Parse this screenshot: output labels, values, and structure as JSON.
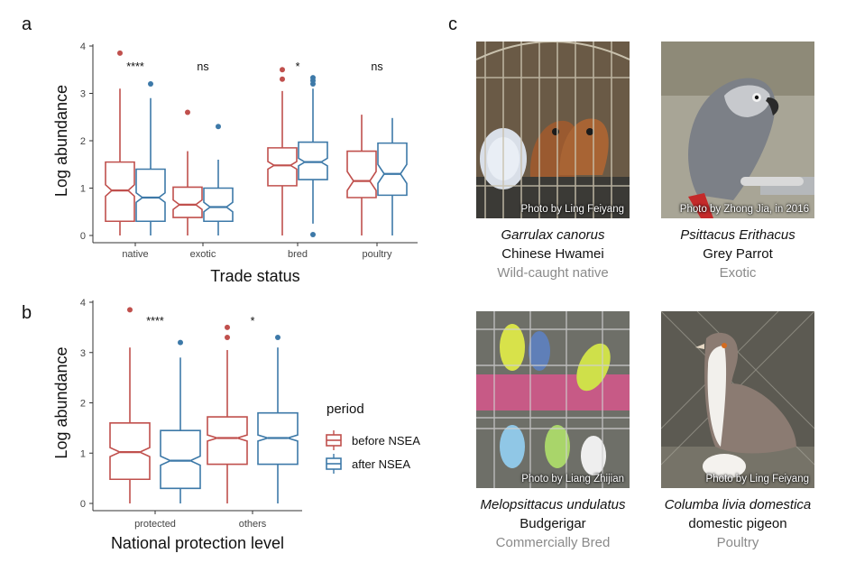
{
  "panels": {
    "a": "a",
    "b": "b",
    "c": "c"
  },
  "colors": {
    "before": "#c0504d",
    "after": "#3d79a8",
    "axis": "#333333",
    "cat_text": "#8a8a8a"
  },
  "legend": {
    "title": "period",
    "items": [
      {
        "label": "before NSEA",
        "color": "#c0504d"
      },
      {
        "label": "after NSEA",
        "color": "#3d79a8"
      }
    ]
  },
  "chart_data": [
    {
      "type": "boxplot",
      "panel": "a",
      "xlabel": "Trade status",
      "ylabel": "Log abundance",
      "ylim": [
        0,
        4
      ],
      "yticks": [
        0,
        1,
        2,
        3,
        4
      ],
      "notched": true,
      "grid": false,
      "categories": [
        "native",
        "exotic",
        "bred",
        "poultry"
      ],
      "significance": [
        "****",
        "ns",
        "*",
        "ns"
      ],
      "series": [
        {
          "name": "before NSEA",
          "color": "#c0504d",
          "boxes": [
            {
              "min": 0,
              "q1": 0.3,
              "median": 0.95,
              "q3": 1.55,
              "max": 3.1,
              "notch": [
                0.83,
                1.07
              ],
              "outliers": [
                3.85
              ]
            },
            {
              "min": 0,
              "q1": 0.38,
              "median": 0.65,
              "q3": 1.02,
              "max": 1.78,
              "notch": [
                0.55,
                0.75
              ],
              "outliers": [
                2.6
              ]
            },
            {
              "min": 0,
              "q1": 1.05,
              "median": 1.48,
              "q3": 1.85,
              "max": 3.05,
              "notch": [
                1.4,
                1.56
              ],
              "outliers": [
                3.3,
                3.5
              ]
            },
            {
              "min": 0,
              "q1": 0.8,
              "median": 1.15,
              "q3": 1.78,
              "max": 2.55,
              "notch": [
                0.95,
                1.35
              ],
              "outliers": []
            }
          ]
        },
        {
          "name": "after NSEA",
          "color": "#3d79a8",
          "boxes": [
            {
              "min": 0,
              "q1": 0.3,
              "median": 0.8,
              "q3": 1.4,
              "max": 2.9,
              "notch": [
                0.7,
                0.9
              ],
              "outliers": [
                3.2
              ]
            },
            {
              "min": 0,
              "q1": 0.3,
              "median": 0.6,
              "q3": 1.0,
              "max": 1.6,
              "notch": [
                0.5,
                0.7
              ],
              "outliers": [
                2.3
              ]
            },
            {
              "min": 0.25,
              "q1": 1.18,
              "median": 1.55,
              "q3": 1.97,
              "max": 3.1,
              "notch": [
                1.47,
                1.63
              ],
              "outliers": [
                0.02,
                3.2,
                3.27,
                3.33
              ]
            },
            {
              "min": 0,
              "q1": 0.85,
              "median": 1.3,
              "q3": 1.95,
              "max": 2.48,
              "notch": [
                1.1,
                1.5
              ],
              "outliers": []
            }
          ]
        }
      ]
    },
    {
      "type": "boxplot",
      "panel": "b",
      "xlabel": "National protection level",
      "ylabel": "Log abundance",
      "ylim": [
        0,
        4
      ],
      "yticks": [
        0,
        1,
        2,
        3,
        4
      ],
      "notched": true,
      "grid": false,
      "categories": [
        "protected",
        "others"
      ],
      "significance": [
        "****",
        "*"
      ],
      "series": [
        {
          "name": "before NSEA",
          "color": "#c0504d",
          "boxes": [
            {
              "min": 0,
              "q1": 0.48,
              "median": 1.02,
              "q3": 1.6,
              "max": 3.1,
              "notch": [
                0.93,
                1.11
              ],
              "outliers": [
                3.85
              ]
            },
            {
              "min": 0,
              "q1": 0.78,
              "median": 1.3,
              "q3": 1.72,
              "max": 3.05,
              "notch": [
                1.24,
                1.36
              ],
              "outliers": [
                3.3,
                3.5
              ]
            }
          ]
        },
        {
          "name": "after NSEA",
          "color": "#3d79a8",
          "boxes": [
            {
              "min": 0,
              "q1": 0.3,
              "median": 0.85,
              "q3": 1.45,
              "max": 2.9,
              "notch": [
                0.76,
                0.94
              ],
              "outliers": [
                3.2
              ]
            },
            {
              "min": 0,
              "q1": 0.78,
              "median": 1.3,
              "q3": 1.8,
              "max": 3.1,
              "notch": [
                1.24,
                1.36
              ],
              "outliers": [
                3.3
              ]
            }
          ]
        }
      ]
    }
  ],
  "photos": [
    {
      "scientific": "Garrulax canorus",
      "common": "Chinese Hwamei",
      "category": "Wild-caught native",
      "credit": "Photo by Ling Feiyang",
      "icon": "hwamei-in-cage"
    },
    {
      "scientific": "Psittacus Erithacus",
      "common": "Grey Parrot",
      "category": "Exotic",
      "credit": "Photo by Zhong Jia, in 2016",
      "icon": "grey-parrot"
    },
    {
      "scientific": "Melopsittacus undulatus",
      "common": "Budgerigar",
      "category": "Commercially Bred",
      "credit": "Photo by Liang Zhijian",
      "icon": "budgerigars-in-cage"
    },
    {
      "scientific": "Columba livia domestica",
      "common": "domestic pigeon",
      "category": "Poultry",
      "credit": "Photo by Ling Feiyang",
      "icon": "domestic-pigeon"
    }
  ]
}
